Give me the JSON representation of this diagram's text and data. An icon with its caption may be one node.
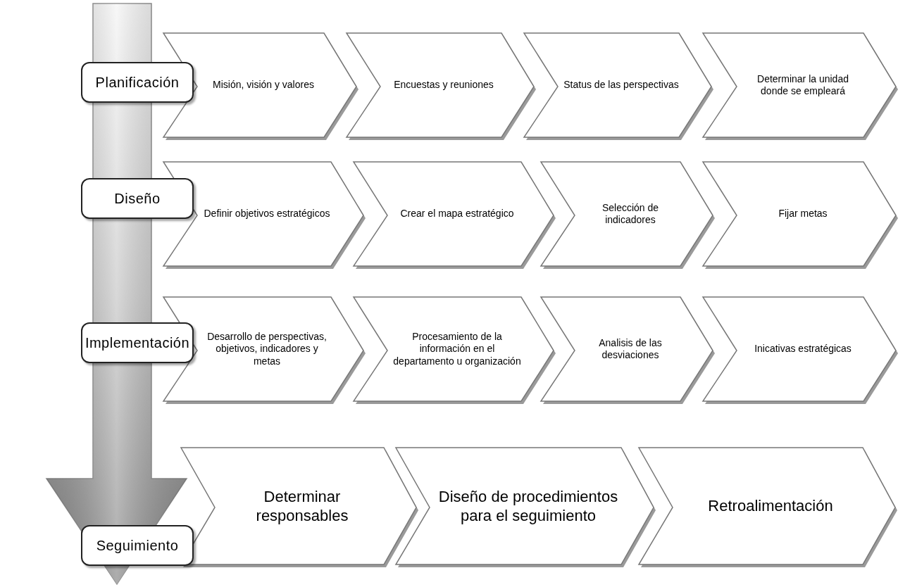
{
  "diagram": {
    "nodes": [
      {
        "text": [
          "Planificación"
        ]
      },
      {
        "text": [
          "Misión, visión y valores"
        ]
      },
      {
        "text": [
          "Encuestas y reuniones"
        ]
      },
      {
        "text": [
          "Status de las perspectivas"
        ]
      },
      {
        "text": [
          "Determinar la unidad donde se empleará"
        ]
      },
      {
        "text": [
          "Diseño"
        ]
      },
      {
        "text": [
          "Definir objetivos estratégicos"
        ]
      },
      {
        "text": [
          "Crear el mapa estratégico"
        ]
      },
      {
        "text": [
          "Selección de indicadores"
        ]
      },
      {
        "text": [
          "Fijar metas"
        ]
      },
      {
        "text": [
          "Implementación"
        ]
      },
      {
        "text": [
          "Desarrollo de perspectivas, objetivos, indicadores y metas"
        ]
      },
      {
        "text": [
          "Procesamiento de la información en el departamento u organización"
        ]
      },
      {
        "text": [
          "Analisis de las desviaciones"
        ]
      },
      {
        "text": [
          "Inicativas estratégicas"
        ]
      },
      {
        "text": [
          "Seguimiento"
        ]
      },
      {
        "text": [
          "Determinar responsables"
        ]
      },
      {
        "text": [
          "Diseño de procedimientos para el seguimiento"
        ]
      },
      {
        "text": [
          "Retroalimentación"
        ]
      }
    ]
  }
}
